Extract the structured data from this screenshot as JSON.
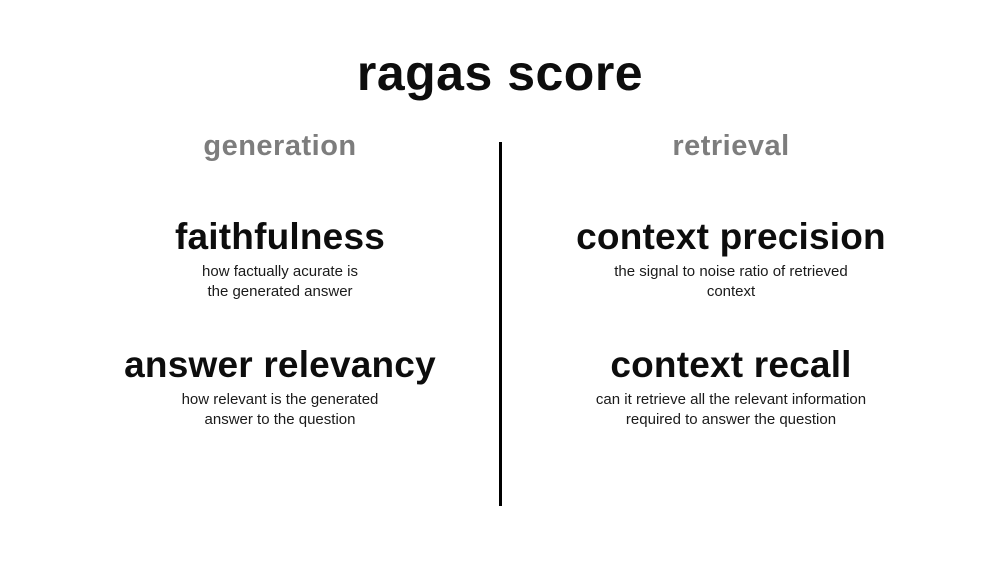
{
  "title": "ragas score",
  "columns": [
    {
      "header": "generation",
      "metrics": [
        {
          "name": "faithfulness",
          "desc": [
            "how factually acurate is",
            "the generated answer"
          ]
        },
        {
          "name": "answer relevancy",
          "desc": [
            "how relevant is the generated",
            "answer to the question"
          ]
        }
      ]
    },
    {
      "header": "retrieval",
      "metrics": [
        {
          "name": "context precision",
          "desc": [
            "the signal to noise ratio of retrieved",
            "context"
          ]
        },
        {
          "name": "context recall",
          "desc": [
            "can it retrieve all the relevant information",
            "required to answer the question"
          ]
        }
      ]
    }
  ],
  "colors": {
    "background": "#ffffff",
    "title_text": "#0d0d0d",
    "header_gray": "#7d7d7d",
    "body_text": "#1a1a1a",
    "divider": "#000000"
  }
}
